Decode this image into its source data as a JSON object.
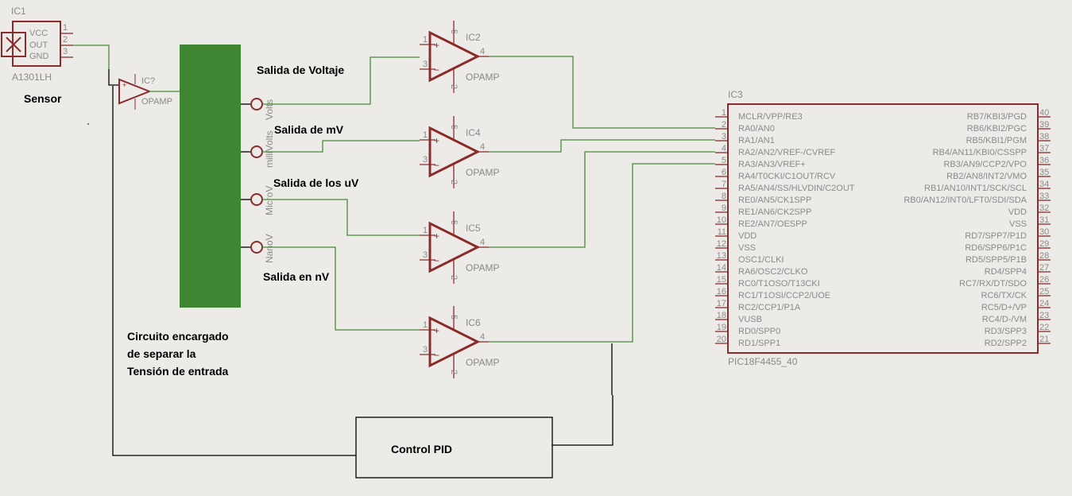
{
  "sensor": {
    "ref": "IC1",
    "part": "A1301LH",
    "pins": [
      "VCC",
      "OUT",
      "GND"
    ],
    "pin_numbers": [
      "1",
      "2",
      "3"
    ],
    "label": "Sensor"
  },
  "buffer_opamp": {
    "ref": "IC?",
    "part": "OPAMP"
  },
  "separator": {
    "color": "#3e8632",
    "outputs": [
      "Volts",
      "milliVolts",
      "MicroV",
      "NanoV"
    ],
    "note_lines": [
      "Circuito encargado",
      "de separar la",
      "Tensión de entrada"
    ]
  },
  "signal_labels": [
    "Salida de Voltaje",
    "Salida de mV",
    "Salida de los uV",
    "Salida en nV"
  ],
  "opamps": [
    {
      "ref": "IC2",
      "part": "OPAMP",
      "pins": {
        "in_plus": "1",
        "in_minus": "3",
        "out": "4",
        "vplus": "5",
        "vminus": "2"
      }
    },
    {
      "ref": "IC4",
      "part": "OPAMP",
      "pins": {
        "in_plus": "1",
        "in_minus": "3",
        "out": "4",
        "vplus": "5",
        "vminus": "2"
      }
    },
    {
      "ref": "IC5",
      "part": "OPAMP",
      "pins": {
        "in_plus": "1",
        "in_minus": "3",
        "out": "4",
        "vplus": "5",
        "vminus": "2"
      }
    },
    {
      "ref": "IC6",
      "part": "OPAMP",
      "pins": {
        "in_plus": "1",
        "in_minus": "3",
        "out": "4",
        "vplus": "5",
        "vminus": "2"
      }
    }
  ],
  "mcu": {
    "ref": "IC3",
    "part": "PIC18F4455_40",
    "left_pins": [
      {
        "n": "1",
        "name": "MCLR/VPP/RE3"
      },
      {
        "n": "2",
        "name": "RA0/AN0"
      },
      {
        "n": "3",
        "name": "RA1/AN1"
      },
      {
        "n": "4",
        "name": "RA2/AN2/VREF-/CVREF"
      },
      {
        "n": "5",
        "name": "RA3/AN3/VREF+"
      },
      {
        "n": "6",
        "name": "RA4/T0CKI/C1OUT/RCV"
      },
      {
        "n": "7",
        "name": "RA5/AN4/SS/HLVDIN/C2OUT"
      },
      {
        "n": "8",
        "name": "RE0/AN5/CK1SPP"
      },
      {
        "n": "9",
        "name": "RE1/AN6/CK2SPP"
      },
      {
        "n": "10",
        "name": "RE2/AN7/OESPP"
      },
      {
        "n": "11",
        "name": "VDD"
      },
      {
        "n": "12",
        "name": "VSS"
      },
      {
        "n": "13",
        "name": "OSC1/CLKI"
      },
      {
        "n": "14",
        "name": "RA6/OSC2/CLKO"
      },
      {
        "n": "15",
        "name": "RC0/T1OSO/T13CKI"
      },
      {
        "n": "16",
        "name": "RC1/T1OSI/CCP2/UOE"
      },
      {
        "n": "17",
        "name": "RC2/CCP1/P1A"
      },
      {
        "n": "18",
        "name": "VUSB"
      },
      {
        "n": "19",
        "name": "RD0/SPP0"
      },
      {
        "n": "20",
        "name": "RD1/SPP1"
      }
    ],
    "right_pins": [
      {
        "n": "40",
        "name": "RB7/KBI3/PGD"
      },
      {
        "n": "39",
        "name": "RB6/KBI2/PGC"
      },
      {
        "n": "38",
        "name": "RB5/KBI1/PGM"
      },
      {
        "n": "37",
        "name": "RB4/AN11/KBI0/CSSPP"
      },
      {
        "n": "36",
        "name": "RB3/AN9/CCP2/VPO"
      },
      {
        "n": "35",
        "name": "RB2/AN8/INT2/VMO"
      },
      {
        "n": "34",
        "name": "RB1/AN10/INT1/SCK/SCL"
      },
      {
        "n": "33",
        "name": "RB0/AN12/INT0/LFT0/SDI/SDA"
      },
      {
        "n": "32",
        "name": "VDD"
      },
      {
        "n": "31",
        "name": "VSS"
      },
      {
        "n": "30",
        "name": "RD7/SPP7/P1D"
      },
      {
        "n": "29",
        "name": "RD6/SPP6/P1C"
      },
      {
        "n": "28",
        "name": "RD5/SPP5/P1B"
      },
      {
        "n": "27",
        "name": "RD4/SPP4"
      },
      {
        "n": "26",
        "name": "RC7/RX/DT/SDO"
      },
      {
        "n": "25",
        "name": "RC6/TX/CK"
      },
      {
        "n": "24",
        "name": "RC5/D+/VP"
      },
      {
        "n": "23",
        "name": "RC4/D-/VM"
      },
      {
        "n": "22",
        "name": "RD3/SPP3"
      },
      {
        "n": "21",
        "name": "RD2/SPP2"
      }
    ]
  },
  "pid": {
    "label": "Control PID"
  },
  "colors": {
    "symbol": "#8b2c2c",
    "wire": "#4a8a3a",
    "feedback": "#000000",
    "block": "#3e8632",
    "background": "#edebe8"
  }
}
